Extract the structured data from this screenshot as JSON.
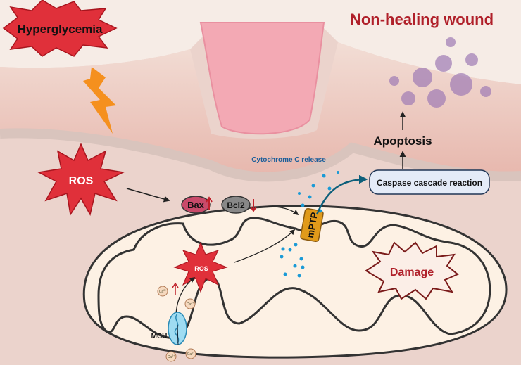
{
  "title": "Non-healing wound",
  "labels": {
    "hyperglycemia": "Hyperglycemia",
    "ros_outer": "ROS",
    "ros_inner": "ROS",
    "bax": "Bax",
    "bcl2": "Bcl2",
    "mptp": "mPTP",
    "cytochrome": "Cytochrome C release",
    "caspase": "Caspase cascade reaction",
    "apoptosis": "Apoptosis",
    "damage": "Damage",
    "mcu": "MCU",
    "ca": "Ca",
    "ca_sup": "2+"
  },
  "colors": {
    "red": "#e0303a",
    "dark_red": "#b0202a",
    "orange": "#f5901e",
    "mito_fill": "#fdf1e4",
    "cyto_blue": "#1a9ad6",
    "caspase_fill": "#e4ebf7"
  }
}
